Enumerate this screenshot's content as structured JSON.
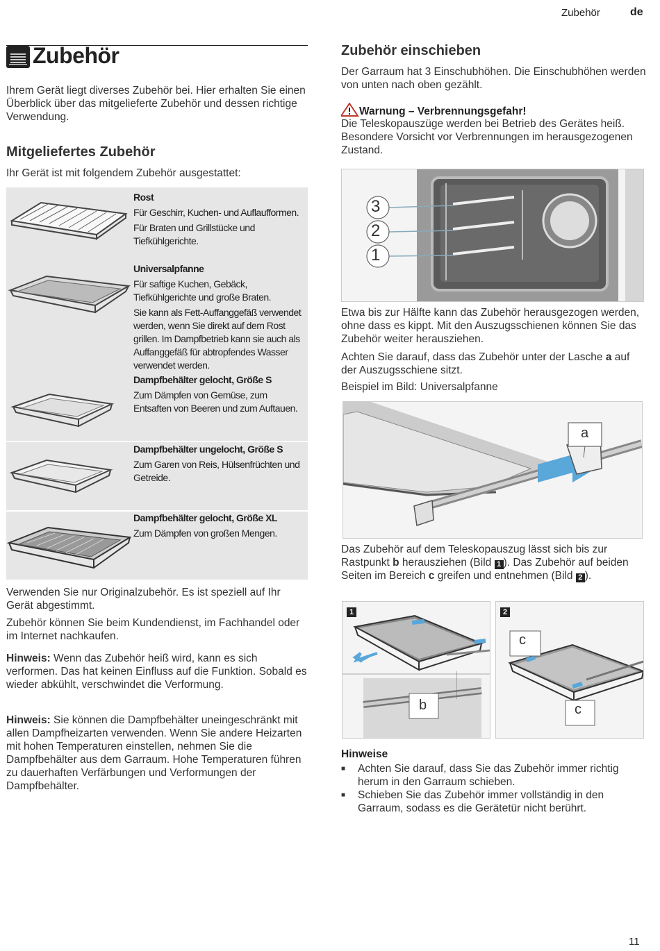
{
  "header": {
    "section": "Zubehör",
    "lang": "de"
  },
  "title": "Zubehör",
  "intro": "Ihrem Gerät liegt diverses Zubehör bei. Hier erhalten Sie einen Überblick über das mitgelieferte Zubehör und dessen richtige Verwendung.",
  "supplied": {
    "heading": "Mitgeliefertes Zubehör",
    "lead": "Ihr Gerät ist mit folgendem Zubehör ausgestattet:",
    "items": [
      {
        "name": "Rost",
        "desc": [
          "Für Geschirr, Kuchen- und Auflaufformen.",
          "Für Braten und Grillstücke und Tiefkühlgerichte."
        ]
      },
      {
        "name": "Universalpfanne",
        "desc": [
          "Für saftige Kuchen, Gebäck, Tiefkühlgerichte und große Braten.",
          "Sie kann als Fett-Auffanggefäß verwendet werden, wenn Sie direkt auf dem Rost grillen. Im Dampfbetrieb kann sie auch als Auffanggefäß für abtropfendes Wasser verwendet werden."
        ]
      },
      {
        "name": "Dampfbehälter gelocht, Größe S",
        "desc": [
          "Zum Dämpfen von Gemüse, zum Entsaften von Beeren und zum Auftauen."
        ]
      },
      {
        "name": "Dampfbehälter ungelocht, Größe S",
        "desc": [
          "Zum Garen von Reis, Hülsenfrüchten und Getreide."
        ]
      },
      {
        "name": "Dampfbehälter gelocht, Größe XL",
        "desc": [
          "Zum Dämpfen von großen Mengen."
        ]
      }
    ]
  },
  "original_note": "Verwenden Sie nur Originalzubehör. Es ist speziell auf Ihr Gerät abgestimmt.",
  "purchase_note": "Zubehör können Sie beim Kundendienst, im Fachhandel oder im Internet nachkaufen.",
  "hint1": {
    "label": "Hinweis:",
    "text": " Wenn das Zubehör heiß wird, kann es sich verformen. Das hat keinen Einfluss auf die Funktion. Sobald es wieder abkühlt, verschwindet die Verformung."
  },
  "hint2": {
    "label": "Hinweis:",
    "text": " Sie können die Dampfbehälter uneingeschränkt mit allen Dampfheizarten verwenden. Wenn Sie andere Heizarten mit hohen Temperaturen einstellen, nehmen Sie die Dampfbehälter aus dem Garraum. Hohe Temperaturen führen zu dauerhaften Verfärbungen und Verformungen der Dampfbehälter."
  },
  "insert": {
    "heading": "Zubehör einschieben",
    "levels_text": "Der Garraum hat 3 Einschubhöhen. Die Einschubhöhen werden von unten nach oben gezählt.",
    "warning_title": "Warnung – Verbrennungsgefahr!",
    "warning_text": "Die Teleskopauszüge werden bei Betrieb des Gerätes heiß. Besondere Vorsicht vor Verbrennungen im herausgezogenen Zustand.",
    "levels": [
      "3",
      "2",
      "1"
    ],
    "half_text": "Etwa bis zur Hälfte kann das Zubehör herausgezogen werden, ohne dass es kippt. Mit den Auszugsschienen können Sie das Zubehör weiter herausziehen.",
    "tab_text_1": "Achten Sie darauf, dass das Zubehör unter der Lasche ",
    "tab_letter": "a",
    "tab_text_2": " auf der Auszugsschiene sitzt.",
    "example": "Beispiel im Bild: Universalpfanne",
    "fig_tab_label": "a",
    "pull_text_1": "Das Zubehör auf dem Teleskopauszug lässt sich bis zur Rastpunkt ",
    "pull_b": "b",
    "pull_text_2": " herausziehen (Bild ",
    "pull_n1": "1",
    "pull_text_3": "). Das Zubehör auf beiden Seiten im Bereich ",
    "pull_c": "c",
    "pull_text_4": " greifen und entnehmen (Bild ",
    "pull_n2": "2",
    "pull_text_5": ").",
    "fig1_number": "1",
    "fig1_label": "b",
    "fig2_number": "2",
    "fig2_label_top": "c",
    "fig2_label_bottom": "c"
  },
  "notes": {
    "heading": "Hinweise",
    "items": [
      "Achten Sie darauf, dass Sie das Zubehör immer richtig herum in den Garraum schieben.",
      "Schieben Sie das Zubehör immer vollständig in den Garraum, sodass es die Gerätetür nicht berührt."
    ]
  },
  "page_number": "11"
}
